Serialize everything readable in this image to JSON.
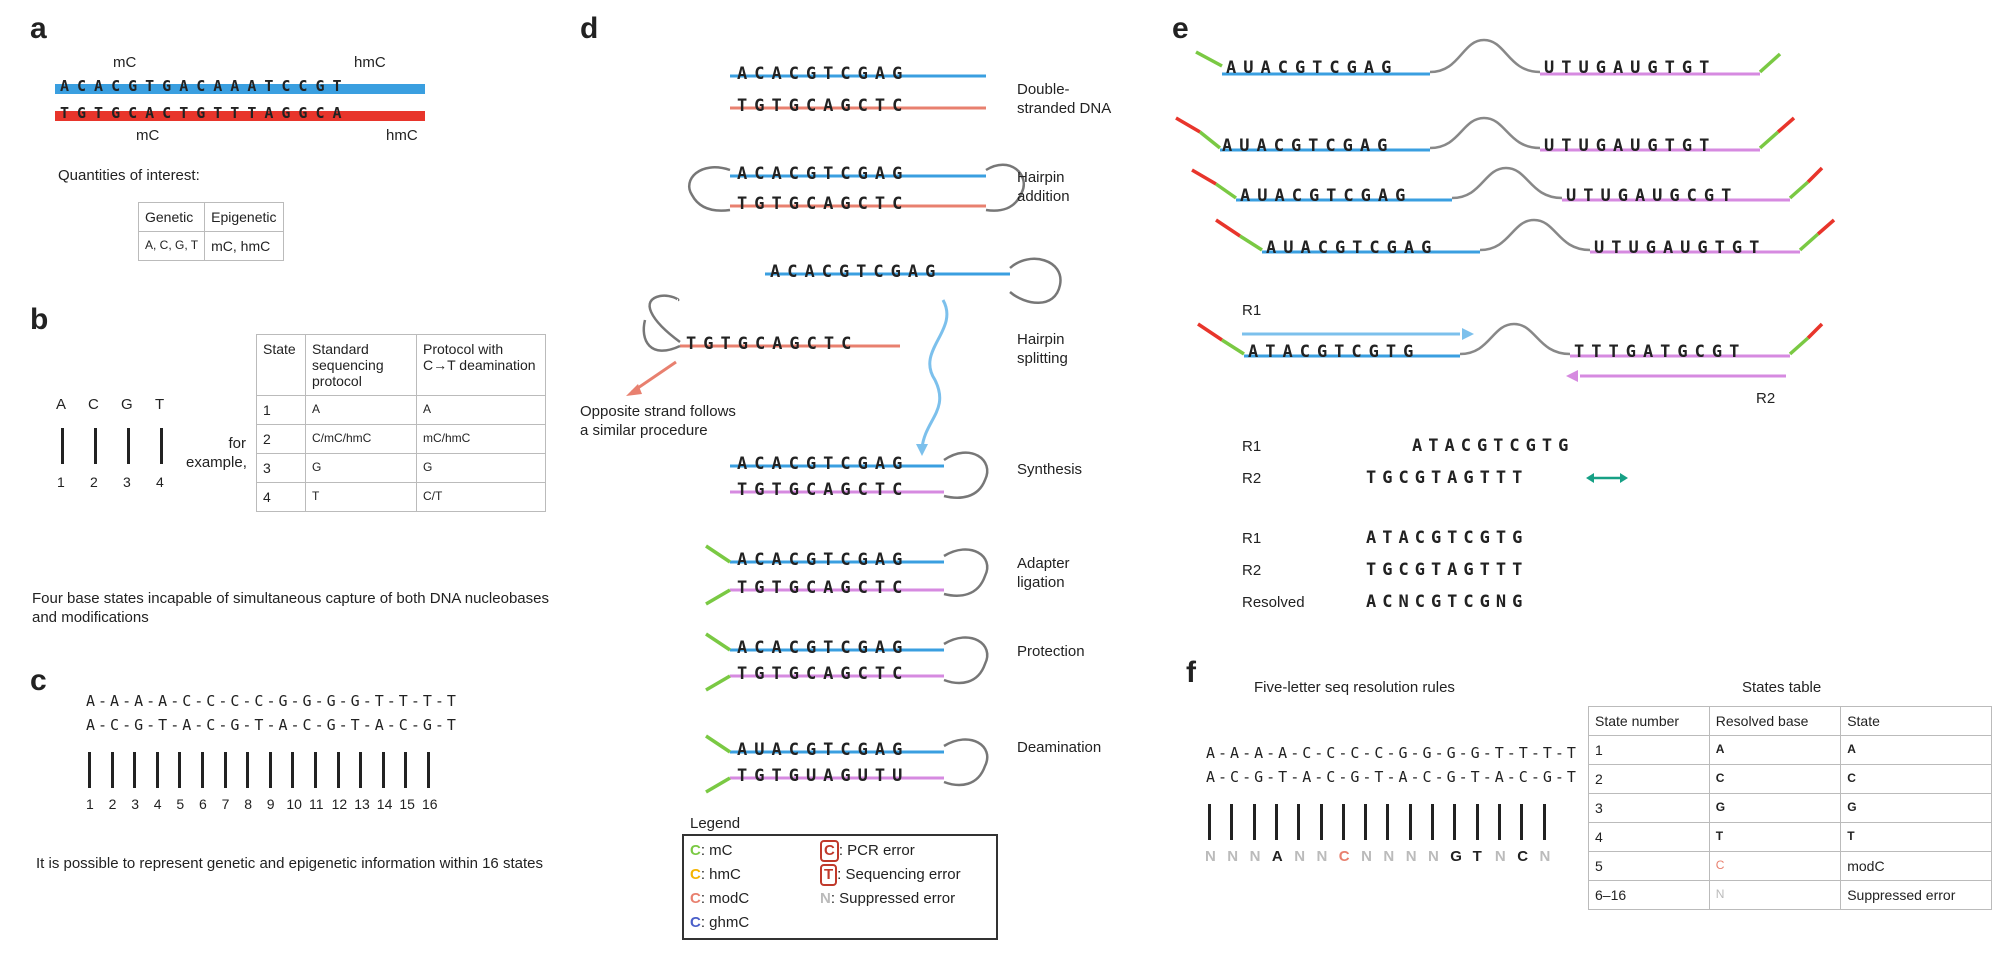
{
  "panels": {
    "a": {
      "letter": "a",
      "top_seq": "ACACGTGACAAATCCGT",
      "bottom_seq": "TGTGCACTGTTTAGGCA",
      "top_mc": "mC",
      "top_hmc": "hmC",
      "bottom_mc": "mC",
      "bottom_hmc": "hmC",
      "quantities_label": "Quantities of interest:",
      "table": {
        "headers": [
          "Genetic",
          "Epigenetic"
        ],
        "row": [
          "A, C, G, T",
          "mC, hmC"
        ]
      },
      "colors": {
        "top": "#3a9fe0",
        "bottom": "#e8352b"
      }
    },
    "b": {
      "letter": "b",
      "bases": [
        "A",
        "C",
        "G",
        "T"
      ],
      "numbers": [
        "1",
        "2",
        "3",
        "4"
      ],
      "for_example": "for\nexample,",
      "table": {
        "headers": [
          "State",
          "Standard sequencing protocol",
          "Protocol with C→T deamination"
        ],
        "rows": [
          [
            "1",
            "A",
            "A"
          ],
          [
            "2",
            "C/mC/hmC",
            "mC/hmC"
          ],
          [
            "3",
            "G",
            "G"
          ],
          [
            "4",
            "T",
            "C/T"
          ]
        ]
      },
      "caption": "Four base states incapable of simultaneous capture of both  DNA nucleobases and modifications"
    },
    "c": {
      "letter": "c",
      "row1": "A-A-A-A-C-C-C-C-G-G-G-G-T-T-T-T",
      "row2": "A-C-G-T-A-C-G-T-A-C-G-T-A-C-G-T",
      "numbers": [
        "1",
        "2",
        "3",
        "4",
        "5",
        "6",
        "7",
        "8",
        "9",
        "10",
        "11",
        "12",
        "13",
        "14",
        "15",
        "16"
      ],
      "caption": "It is possible to represent genetic and epigenetic information within 16 states"
    },
    "d": {
      "letter": "d",
      "steps": [
        "Double-\nstranded DNA",
        "Hairpin\naddition",
        "Hairpin\nsplitting",
        "Synthesis",
        "Adapter\nligation",
        "Protection",
        "Deamination"
      ],
      "opposite_note": "Opposite strand follows\na similar procedure",
      "seq_top": "ACACGTCGAG",
      "seq_bottom_ds": "TGTGCAGCTC",
      "seq_deam_top": "AUACGTCGAG",
      "seq_deam_bottom": "TGTGUAGUTU",
      "legend": {
        "title": "Legend",
        "items": [
          {
            "glyph": "C",
            "text": ": mC",
            "color": "#7ac943"
          },
          {
            "glyph": "C",
            "text": ": hmC",
            "color": "#f5b400"
          },
          {
            "glyph": "C",
            "text": ": modC",
            "color": "#e8806f"
          },
          {
            "glyph": "C",
            "text": ": ghmC",
            "color": "#4a5fc9"
          },
          {
            "glyph": "C",
            "text": ": PCR error",
            "color": "#c0392b"
          },
          {
            "glyph": "T",
            "text": ": Sequencing error",
            "color": "#c0392b"
          },
          {
            "glyph": "N",
            "text": ": Suppressed error",
            "color": "#bbbbbb"
          }
        ]
      }
    },
    "e": {
      "letter": "e",
      "left_seq": "AUACGTCGAG",
      "right_seq": "UTUGAUGTGT",
      "right_seq_err": "UTUGAUGCGT",
      "r1_label": "R1",
      "r2_label": "R2",
      "final_left": "ATACGTCGTG",
      "final_right": "TTTGATGCGT",
      "align1": {
        "r1": "ATACGTCGTG",
        "r2": "TGCGTAGTTT"
      },
      "align2": {
        "r1": "ATACGTCGTG",
        "r2": "TGCGTAGTTT",
        "resolved": "ACNCGTCGNG"
      },
      "labels": {
        "r1": "R1",
        "r2": "R2",
        "resolved": "Resolved"
      }
    },
    "f": {
      "letter": "f",
      "rules_title": "Five-letter seq resolution rules",
      "row1": "A-A-A-A-C-C-C-C-G-G-G-G-T-T-T-T",
      "row2": "A-C-G-T-A-C-G-T-A-C-G-T-A-C-G-T",
      "resolved": [
        "N",
        "N",
        "N",
        "A",
        "N",
        "N",
        "C",
        "N",
        "N",
        "N",
        "N",
        "G",
        "T",
        "N",
        "C",
        "N"
      ],
      "table_title": "States table",
      "table": {
        "headers": [
          "State number",
          "Resolved base",
          "State"
        ],
        "rows": [
          [
            "1",
            "A",
            "A"
          ],
          [
            "2",
            "C",
            "C"
          ],
          [
            "3",
            "G",
            "G"
          ],
          [
            "4",
            "T",
            "T"
          ],
          [
            "5",
            "C",
            "modC"
          ],
          [
            "6–16",
            "N",
            "Suppressed error"
          ]
        ]
      }
    }
  }
}
